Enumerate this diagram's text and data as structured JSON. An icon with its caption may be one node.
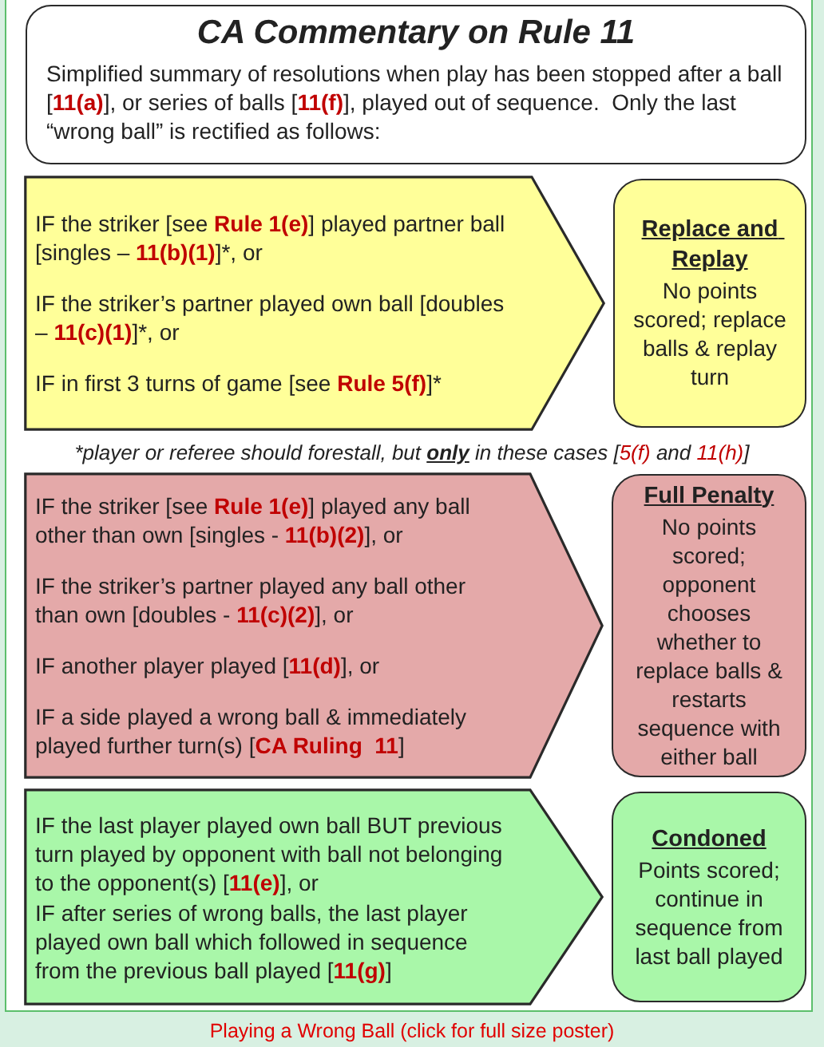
{
  "diagram": {
    "caption": "Playing a Wrong Ball (click for full size poster)",
    "nodes": [
      {
        "text": [
          "CA Commentary on Rule 11",
          "Simplified summary of resolutions when play has been stopped after a ball [**11(a)**], or series of balls [**11(f)**], played out of sequence.  Only the last “wrong ball” is rectified as follows:"
        ]
      },
      {
        "text": [
          "IF the striker [see **Rule 1(e)**] played partner ball [singles – **11(b)(1)**]*, or",
          "IF the striker’s partner played own ball [doubles – **11(c)(1)**]*, or",
          "IF in first 3 turns of game [see **Rule 5(f)**]*"
        ]
      },
      {
        "text": [
          "Replace and Replay",
          "No points scored; replace balls & replay turn"
        ]
      },
      {
        "text": [
          "IF the striker [see **Rule 1(e)**] played any ball other than own [singles - **11(b)(2)**], or",
          "IF the striker’s partner played any ball other than own [doubles - **11(c)(2)**], or",
          "IF another player played [**11(d)**], or",
          "IF a side played a wrong ball & immediately played further turn(s) [**CA Ruling  11**]"
        ]
      },
      {
        "text": [
          "Full Penalty",
          "No points scored; opponent chooses whether to replace balls & restarts sequence with either ball"
        ]
      },
      {
        "text": [
          "IF the last player played own ball BUT previous turn played by opponent with ball not belonging to the opponent(s) [**11(e)**], or",
          "IF after series of wrong balls, the last player played own ball which followed in sequence from the previous ball played [**11(g)**]"
        ]
      },
      {
        "text": [
          "Condoned",
          "Points scored; continue in sequence from last ball played"
        ]
      }
    ],
    "labels": [
      "*player or referee should forestall, but **only** in these cases [**5(f)** and **11(h)**]"
    ]
  }
}
